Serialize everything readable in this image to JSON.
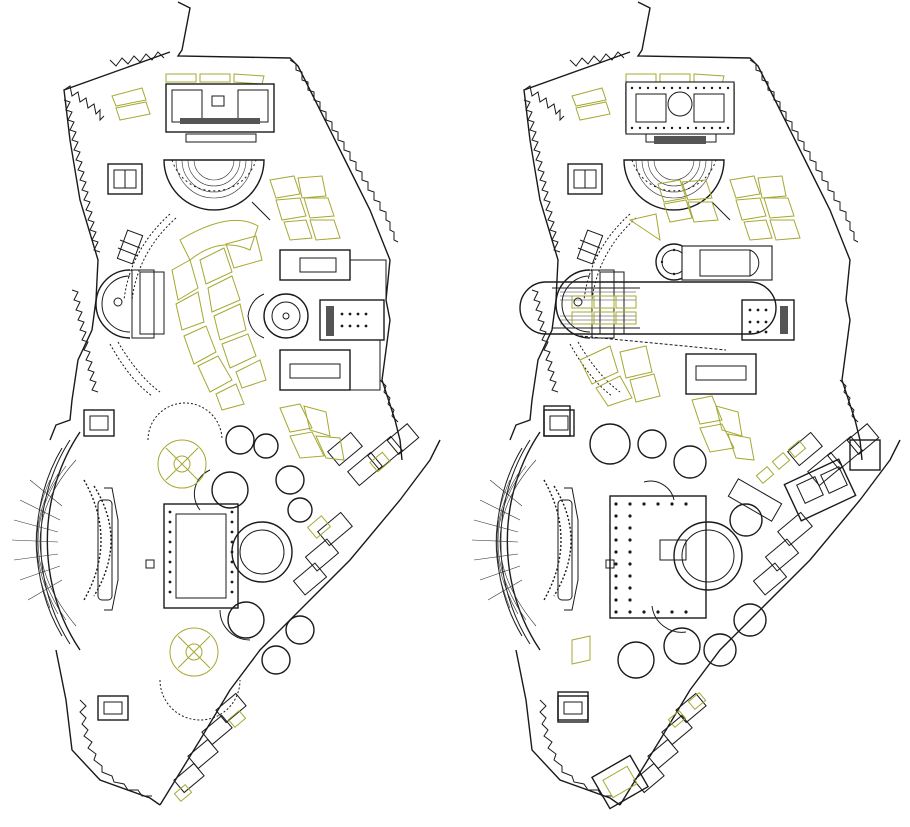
{
  "drawing": {
    "type": "architectural-site-plan",
    "panels": [
      {
        "id": "left-plan",
        "variant": "schematic"
      },
      {
        "id": "right-plan",
        "variant": "detailed"
      }
    ],
    "colors": {
      "line": "#1a1a1a",
      "zones": "#a6a832",
      "background": "#ffffff",
      "hatch": "#555555"
    }
  }
}
